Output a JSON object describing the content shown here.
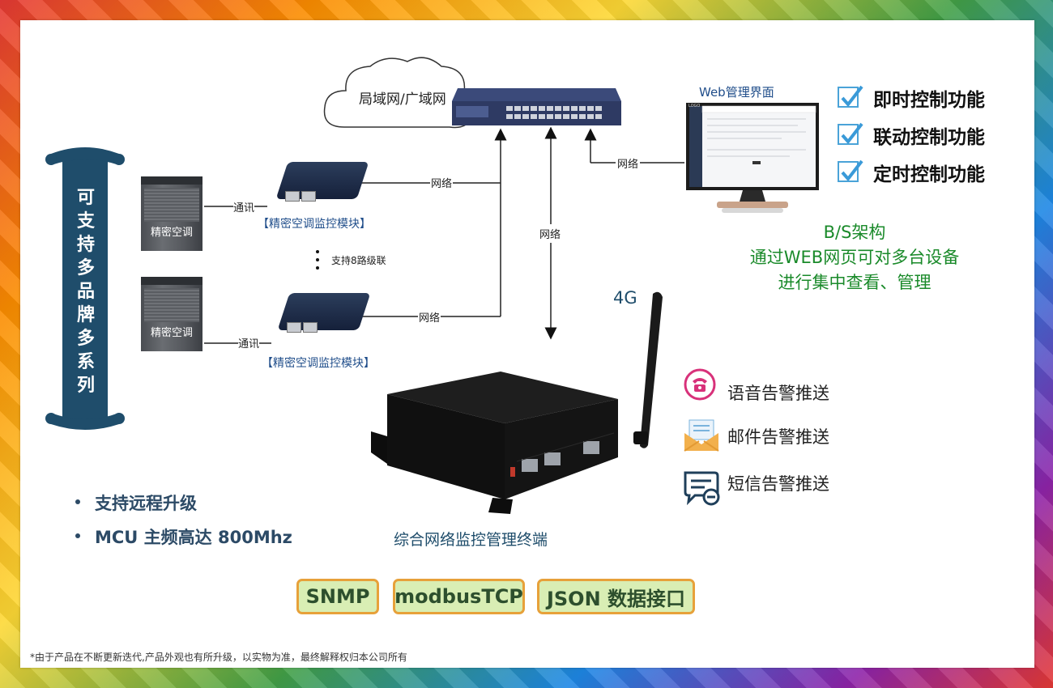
{
  "banner": {
    "chars": [
      "可",
      "支",
      "持",
      "多",
      "品",
      "牌",
      "多",
      "系",
      "列"
    ]
  },
  "cloud": {
    "label": "局域网/广域网"
  },
  "web": {
    "title": "Web管理界面",
    "screen_logo": "LOGO"
  },
  "features": [
    "即时控制功能",
    "联动控制功能",
    "定时控制功能"
  ],
  "bs_arch": {
    "line1": "B/S架构",
    "line2": "通过WEB网页可对多台设备",
    "line3": "进行集中查看、管理"
  },
  "units": [
    {
      "ac_label": "精密空调",
      "comm_label": "通讯",
      "module_label": "【精密空调监控模块】",
      "net_label": "网络"
    },
    {
      "ac_label": "精密空调",
      "comm_label": "通讯",
      "module_label": "【精密空调监控模块】",
      "net_label": "网络"
    }
  ],
  "cascade": {
    "label": "支持8路级联"
  },
  "net_labels": {
    "vertical": "网络",
    "web": "网络"
  },
  "antenna": {
    "label": "4G"
  },
  "terminal": {
    "label": "综合网络监控管理终端"
  },
  "alerts": [
    "语音告警推送",
    "邮件告警推送",
    "短信告警推送"
  ],
  "bullets": [
    "支持远程升级",
    "MCU 主频高达 800Mhz"
  ],
  "protocols": [
    "SNMP",
    "modbusTCP",
    "JSON 数据接口"
  ],
  "footer": {
    "note": "*由于产品在不断更新迭代,产品外观也有所升级，以实物为准，最终解释权归本公司所有"
  },
  "colors": {
    "banner": "#1f4d6b",
    "green_text": "#1a8a2a",
    "badge_border": "#e7a13a",
    "badge_bg": "#d9eeb4",
    "check": "#4aa3d8"
  }
}
